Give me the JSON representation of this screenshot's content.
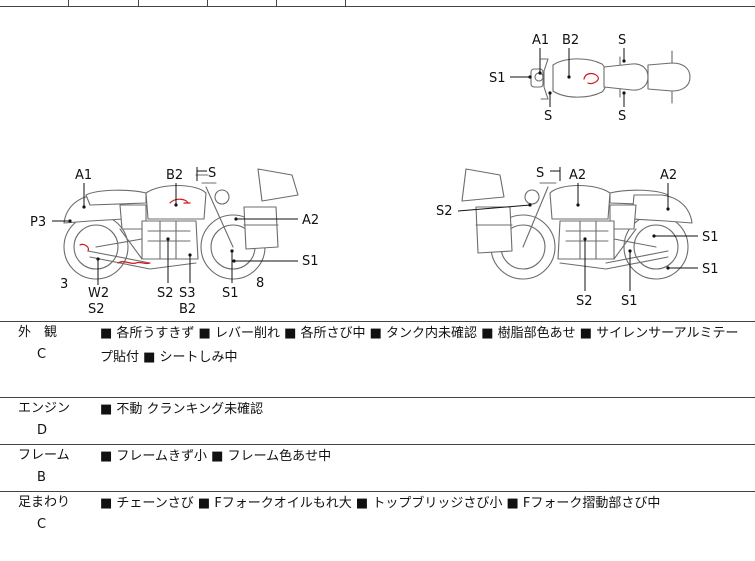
{
  "diagram": {
    "top_view": {
      "labels": [
        "A1",
        "B2",
        "S",
        "S1",
        "S",
        "S"
      ]
    },
    "left_view": {
      "labels": [
        "A1",
        "B2",
        "S",
        "P3",
        "A2",
        "S1",
        "3",
        "W2",
        "S2",
        "S2",
        "S3",
        "B2",
        "S1",
        "8"
      ]
    },
    "right_view": {
      "labels": [
        "S",
        "A2",
        "A2",
        "S2",
        "S1",
        "S1",
        "S2",
        "S1"
      ]
    }
  },
  "conditions": [
    {
      "category": "外　観",
      "grade": "C",
      "notes": "■ 各所うすきず ■ レバー削れ ■ 各所さび中 ■ タンク内未確認 ■ 樹脂部色あせ ■ サイレンサーアルミテープ貼付 ■ シートしみ中"
    },
    {
      "category": "エンジン",
      "grade": "D",
      "notes": "■ 不動 クランキング未確認"
    },
    {
      "category": "フレーム",
      "grade": "B",
      "notes": "■ フレームきず小 ■ フレーム色あせ中"
    },
    {
      "category": "足まわり",
      "grade": "C",
      "notes": "■ チェーンさび ■ Fフォークオイルもれ大 ■ トップブリッジさび小 ■ Fフォーク摺動部さび中"
    }
  ]
}
